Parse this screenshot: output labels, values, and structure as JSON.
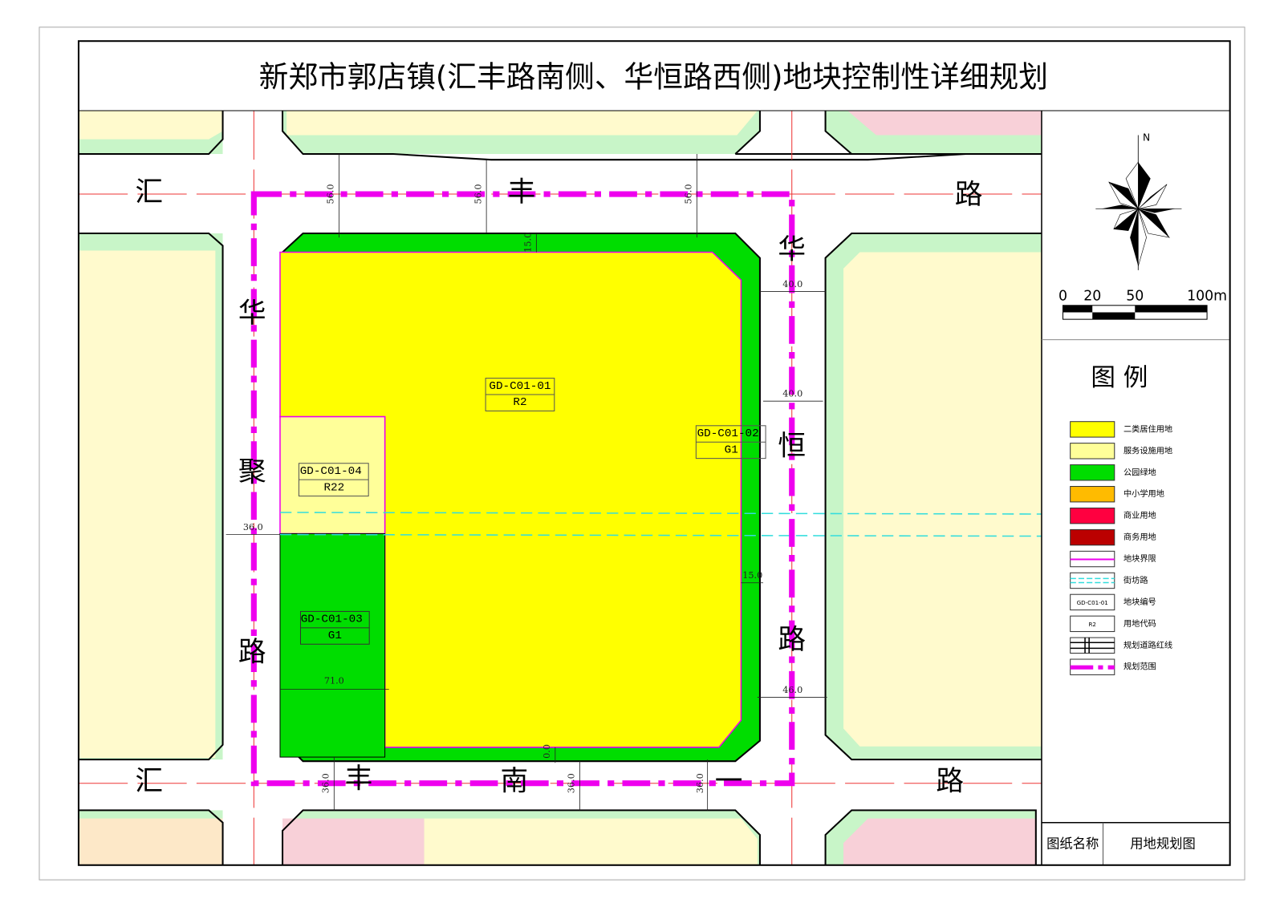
{
  "title": "新郑市郭店镇(汇丰路南侧、华恒路西侧)地块控制性详细规划",
  "roads": {
    "top": [
      "汇",
      "丰",
      "路"
    ],
    "right": [
      "华",
      "恒",
      "路"
    ],
    "left": [
      "华",
      "聚",
      "路"
    ],
    "bottom": [
      "汇",
      "丰",
      "南",
      "一",
      "路"
    ]
  },
  "parcels": [
    {
      "id": "GD-C01-01",
      "code": "R2"
    },
    {
      "id": "GD-C01-02",
      "code": "G1"
    },
    {
      "id": "GD-C01-03",
      "code": "G1"
    },
    {
      "id": "GD-C01-04",
      "code": "R22"
    }
  ],
  "dimensions": {
    "top_road": [
      "56.0",
      "56.0",
      "56.0"
    ],
    "top_green": "15.0",
    "right_road_top": "40.0",
    "right_road_mid": "40.0",
    "right_road_bottom": "46.0",
    "left_road": "36.0",
    "right_green": "15.0",
    "left_green_width": "71.0",
    "bottom_green": "0.0",
    "bottom_road": [
      "36.0",
      "36.0",
      "36.0"
    ]
  },
  "compass": {
    "north_label": "N"
  },
  "scale_bar": {
    "labels": [
      "0",
      "20",
      "50",
      "100m"
    ]
  },
  "legend": {
    "title": "图  例",
    "items": [
      {
        "label": "二类居住用地",
        "color": "#ffff00",
        "type": "fill"
      },
      {
        "label": "服务设施用地",
        "color": "#ffff99",
        "type": "fill"
      },
      {
        "label": "公园绿地",
        "color": "#00dd00",
        "type": "fill"
      },
      {
        "label": "中小学用地",
        "color": "#ffbb00",
        "type": "fill"
      },
      {
        "label": "商业用地",
        "color": "#ff0040",
        "type": "fill"
      },
      {
        "label": "商务用地",
        "color": "#bb0000",
        "type": "fill"
      },
      {
        "label": "地块界限",
        "color": "#ee00ee",
        "type": "line"
      },
      {
        "label": "街坊路",
        "color": "#33dddd",
        "type": "dashed"
      },
      {
        "label": "地块编号",
        "sample": "GD-C01-01",
        "type": "text"
      },
      {
        "label": "用地代码",
        "sample": "R2",
        "type": "text"
      },
      {
        "label": "规划道路红线",
        "type": "road"
      },
      {
        "label": "规划范围",
        "color": "#ee00ee",
        "type": "dashdot"
      }
    ]
  },
  "title_block": {
    "label": "图纸名称",
    "value": "用地规划图"
  },
  "colors": {
    "residential": "#ffff00",
    "service": "#ffff99",
    "green": "#00dd00",
    "light_beige": "#fffacd",
    "light_green": "#c8f5c8",
    "light_pink": "#f8d0d8",
    "boundary": "#ee00ee",
    "street": "#33dddd"
  }
}
